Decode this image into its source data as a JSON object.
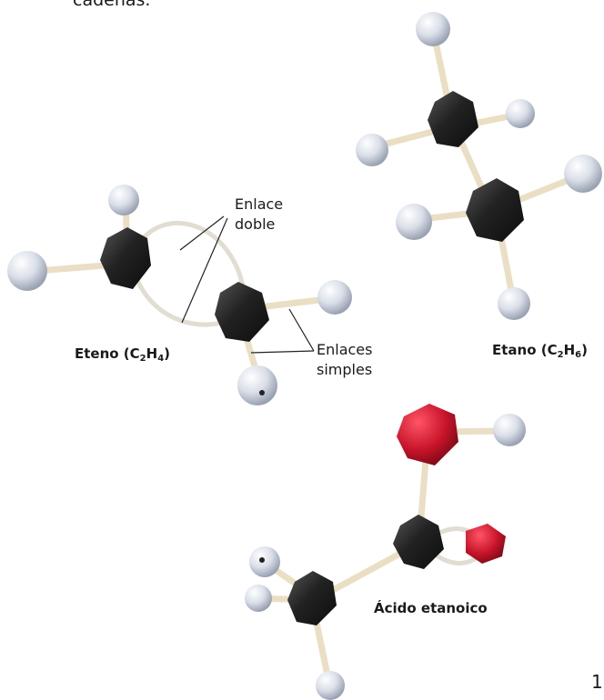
{
  "intro_tail": "cadenas.",
  "labels": {
    "double_bond": {
      "line1": "Enlace",
      "line2": "doble"
    },
    "single_bonds": {
      "line1": "Enlaces",
      "line2": "simples"
    },
    "ethene": {
      "name": "Eteno (C",
      "sub1": "2",
      "mid": "H",
      "sub2": "4",
      "end": ")"
    },
    "ethane": {
      "name": "Etano (C",
      "sub1": "2",
      "mid": "H",
      "sub2": "6",
      "end": ")"
    },
    "ethanoic_acid": "Ácido etanoico"
  },
  "page_number": "1",
  "colors": {
    "carbon": "#1f1f1f",
    "hydrogen": "#d6dbe4",
    "oxygen": "#c8142a",
    "bond": "#e8dcc0"
  }
}
